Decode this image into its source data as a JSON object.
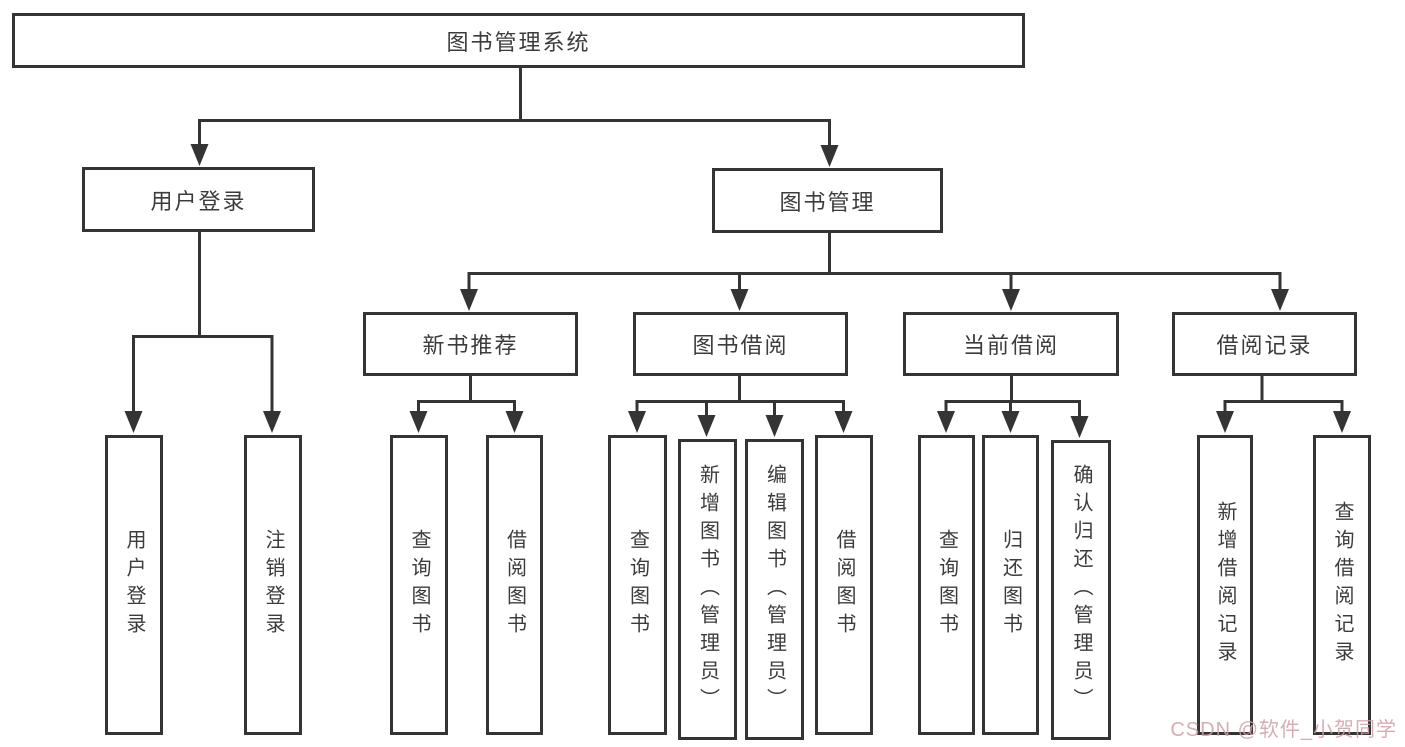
{
  "diagram": {
    "root": {
      "label": "图书管理系统"
    },
    "branches": [
      {
        "label": "用户登录",
        "children": [
          {
            "label": "用户登录"
          },
          {
            "label": "注销登录"
          }
        ]
      },
      {
        "label": "图书管理",
        "children": [
          {
            "label": "新书推荐",
            "children": [
              {
                "label": "查询图书"
              },
              {
                "label": "借阅图书"
              }
            ]
          },
          {
            "label": "图书借阅",
            "children": [
              {
                "label": "查询图书"
              },
              {
                "label": "新增图书（管理员）"
              },
              {
                "label": "编辑图书（管理员）"
              },
              {
                "label": "借阅图书"
              }
            ]
          },
          {
            "label": "当前借阅",
            "children": [
              {
                "label": "查询图书"
              },
              {
                "label": "归还图书"
              },
              {
                "label": "确认归还（管理员）"
              }
            ]
          },
          {
            "label": "借阅记录",
            "children": [
              {
                "label": "新增借阅记录"
              },
              {
                "label": "查询借阅记录"
              }
            ]
          }
        ]
      }
    ],
    "watermark": "CSDN @软件_小贺同学",
    "colors": {
      "line": "#343434",
      "text": "#3c3c3c",
      "background": "#ffffff",
      "watermark": "#cda0a7"
    }
  }
}
